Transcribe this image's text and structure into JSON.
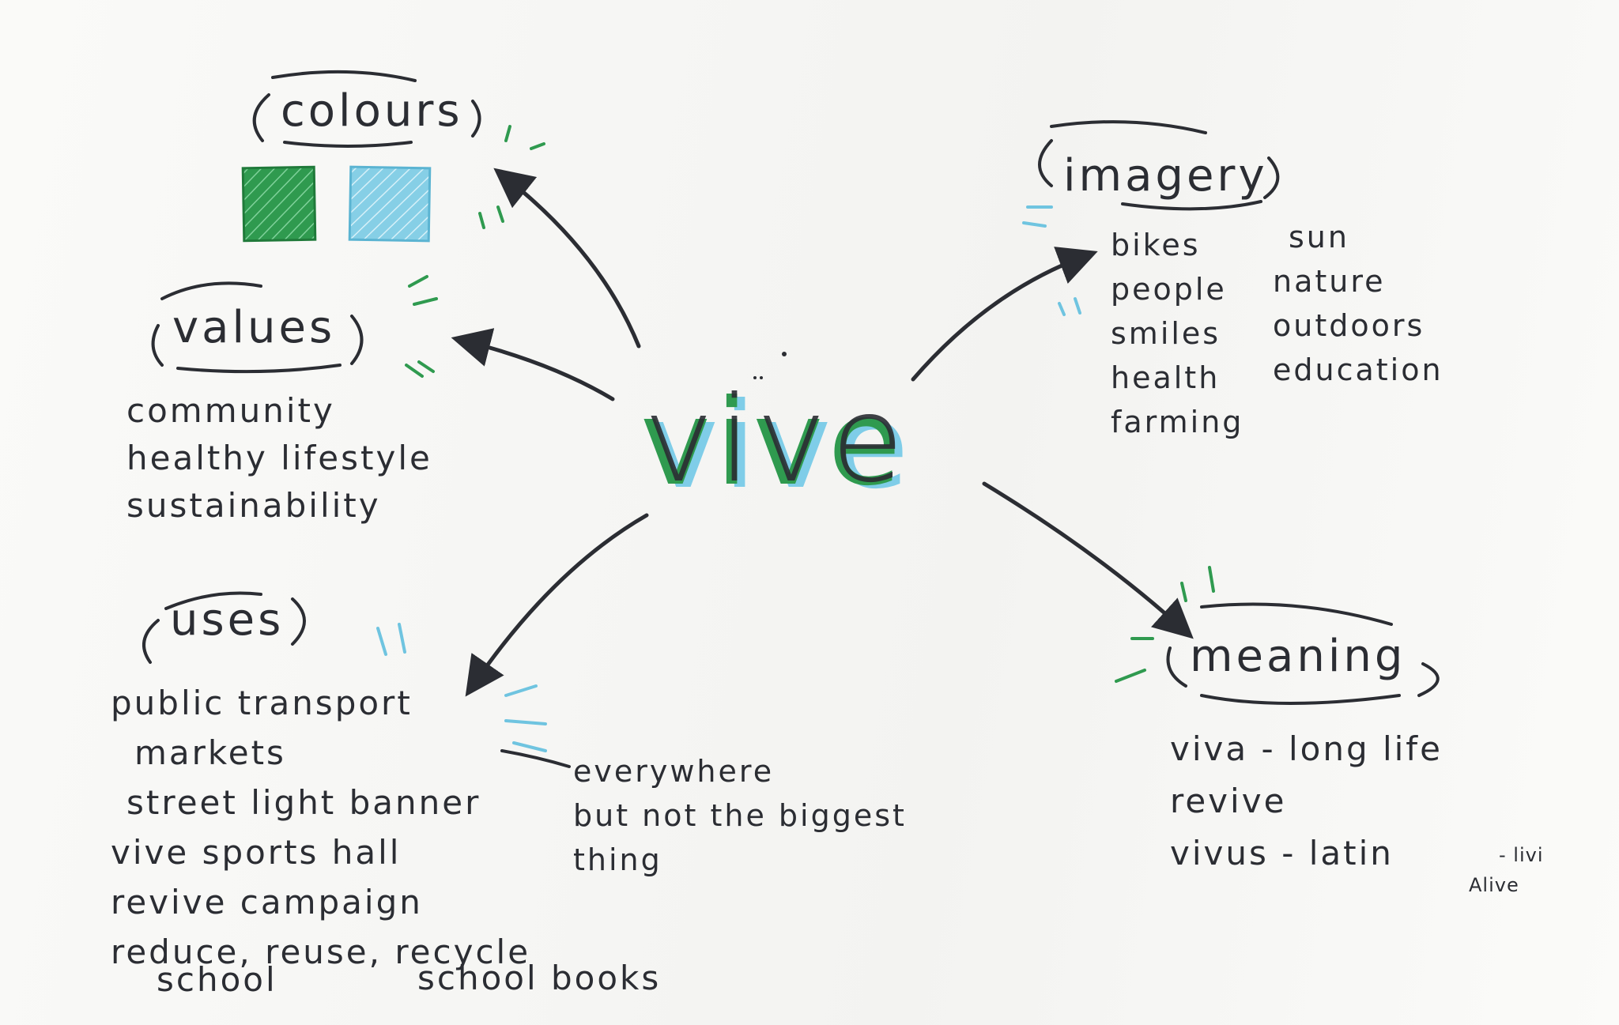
{
  "center": {
    "word": "vive"
  },
  "colours": {
    "heading": "colours",
    "swatches": [
      "#2f9a4f",
      "#7fcde8"
    ]
  },
  "values": {
    "heading": "values",
    "items": [
      "community",
      "healthy lifestyle",
      "sustainability"
    ]
  },
  "uses": {
    "heading": "uses",
    "items": [
      "public transport",
      "markets",
      "street light banner",
      "vive sports hall",
      "revive campaign",
      "reduce, reuse, recycle"
    ],
    "bottom_left": "school",
    "bottom_mid": "school books",
    "note": [
      "everywhere",
      "but not the biggest",
      "thing"
    ]
  },
  "imagery": {
    "heading": "imagery",
    "col1": [
      "bikes",
      "people",
      "smiles",
      "health",
      "farming"
    ],
    "col2": [
      "sun",
      "nature",
      "outdoors",
      "education"
    ]
  },
  "meaning": {
    "heading": "meaning",
    "items": [
      "viva - long life",
      "revive",
      "vivus - latin"
    ],
    "trail": [
      "- livi",
      "Alive"
    ]
  },
  "accent_colors": {
    "ink": "#2b2d33",
    "green": "#2f9a4f",
    "blue": "#7fcde8"
  }
}
